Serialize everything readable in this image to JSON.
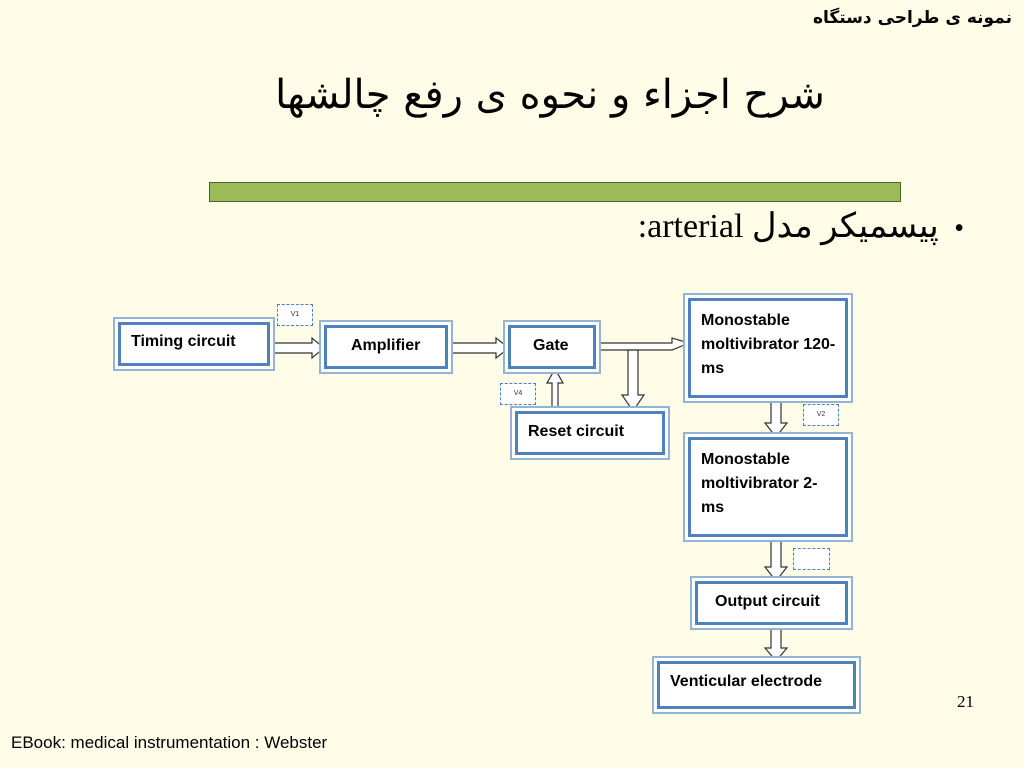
{
  "header": {
    "label": "نمونه ی طراحی دستگاه"
  },
  "slide": {
    "title": "شرح اجزاء و نحوه ی رفع چالشها",
    "bullet": {
      "text_fa": "پیسمیکر مدل",
      "text_en": "arterial",
      "suffix": ":"
    }
  },
  "diagram": {
    "boxes": {
      "timing": "Timing circuit",
      "amplifier": "Amplifier",
      "gate": "Gate",
      "reset": "Reset circuit",
      "mono1": "Monostable moltivibrator 120-ms",
      "mono2": "Monostable moltivibrator 2-ms",
      "output": "Output circuit",
      "electrode": "Venticular electrode"
    },
    "indicators": {
      "v1": "V1",
      "v2": "V2",
      "v4": "V4",
      "blank": ""
    }
  },
  "footer": {
    "page_number": "21",
    "note": "EBook: medical instrumentation : Webster"
  },
  "colors": {
    "box_border": "#4F81BD",
    "bar": "#9BBB59",
    "background": "#FFFDE7"
  }
}
